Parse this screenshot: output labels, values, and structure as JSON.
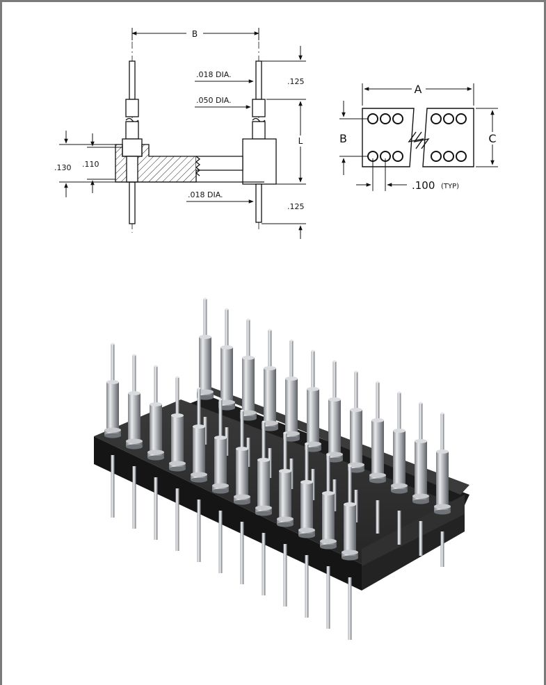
{
  "side_view": {
    "label_B": "B",
    "pin_dia_top": ".018 DIA.",
    "sleeve_dia": ".050 DIA.",
    "pin_dia_bottom": ".018 DIA.",
    "top_pin_length": ".125",
    "bottom_pin_length": ".125",
    "label_L": "L",
    "height_outer": ".130",
    "height_inner": ".110"
  },
  "top_view": {
    "label_A": "A",
    "label_B": "B",
    "label_C": "C",
    "pitch": ".100",
    "pitch_note": "(TYP)"
  },
  "colors": {
    "body": "#2b2b2b",
    "pin_metal": "#c9ccd0",
    "frame": "#7b7b7b"
  }
}
